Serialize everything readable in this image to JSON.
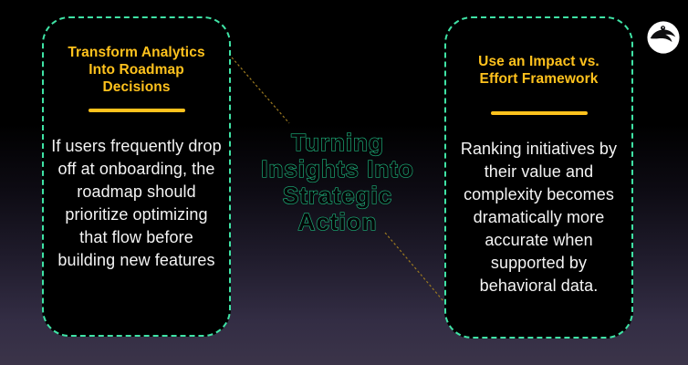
{
  "title": {
    "lines": [
      "Turning",
      "Insights Into",
      "Strategic",
      "Action"
    ],
    "outline_color": "#1db47c"
  },
  "cards": {
    "left": {
      "heading": "Transform Analytics Into Roadmap Decisions",
      "body": "If users frequently drop off at onboarding, the roadmap should prioritize optimizing that flow before building new features"
    },
    "right": {
      "heading": "Use an Impact vs. Effort Framework",
      "body": "Ranking initiatives by their value and complexity becomes dramatically more accurate when supported by behavioral data."
    }
  },
  "icons": {
    "brand_logo": "swoosh-bird-in-white-circle"
  },
  "colors": {
    "card_border": "#3fe3a5",
    "card_background": "#000000",
    "accent_yellow": "#ffc21d",
    "body_text": "#f4f4f4",
    "connector_line": "#9c7a20",
    "background_top": "#000000",
    "background_bottom": "#3b3449"
  }
}
